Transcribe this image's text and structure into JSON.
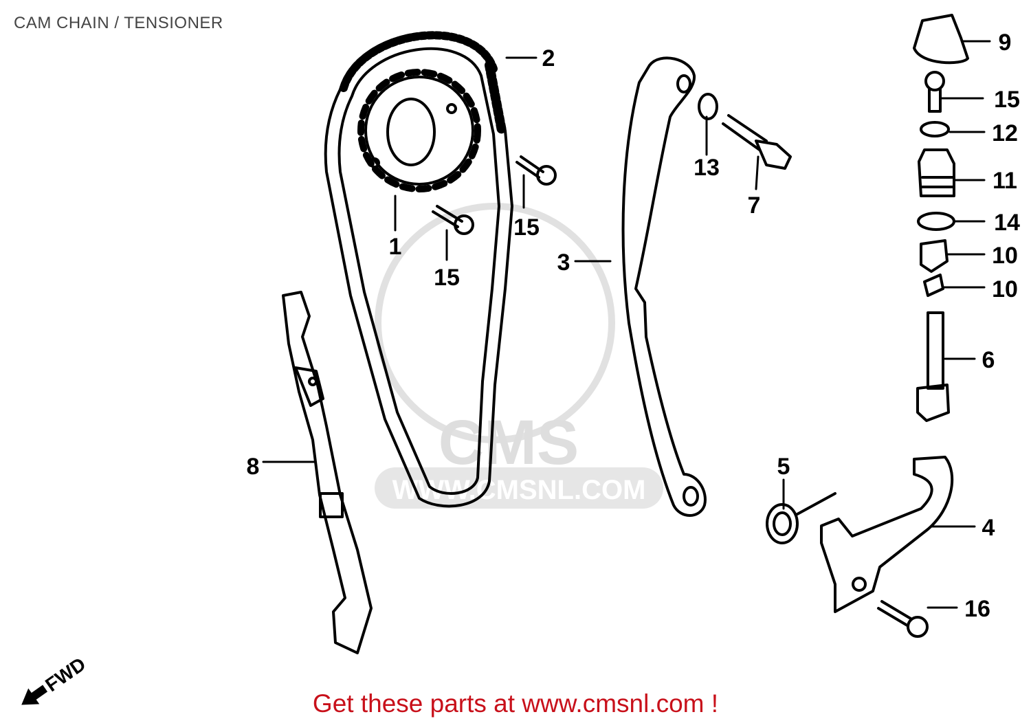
{
  "diagram": {
    "title": "CAM CHAIN / TENSIONER",
    "callouts": [
      {
        "ref": "1",
        "label": "1"
      },
      {
        "ref": "2",
        "label": "2"
      },
      {
        "ref": "3",
        "label": "3"
      },
      {
        "ref": "4",
        "label": "4"
      },
      {
        "ref": "5",
        "label": "5"
      },
      {
        "ref": "6",
        "label": "6"
      },
      {
        "ref": "7",
        "label": "7"
      },
      {
        "ref": "8",
        "label": "8"
      },
      {
        "ref": "9",
        "label": "9"
      },
      {
        "ref": "10a",
        "label": "10"
      },
      {
        "ref": "10b",
        "label": "10"
      },
      {
        "ref": "11",
        "label": "11"
      },
      {
        "ref": "12",
        "label": "12"
      },
      {
        "ref": "13",
        "label": "13"
      },
      {
        "ref": "14",
        "label": "14"
      },
      {
        "ref": "15a",
        "label": "15"
      },
      {
        "ref": "15b",
        "label": "15"
      },
      {
        "ref": "15c",
        "label": "15"
      },
      {
        "ref": "16",
        "label": "16"
      }
    ],
    "fwd_label": "FWD",
    "watermark": {
      "brand": "CMS",
      "site": "WWW.CMSNL.COM"
    },
    "footer_cta": "Get these parts at www.cmsnl.com !"
  },
  "colors": {
    "ink": "#000000",
    "cta": "#c8101a",
    "watermark": "#d9d9d9",
    "background": "#ffffff"
  }
}
